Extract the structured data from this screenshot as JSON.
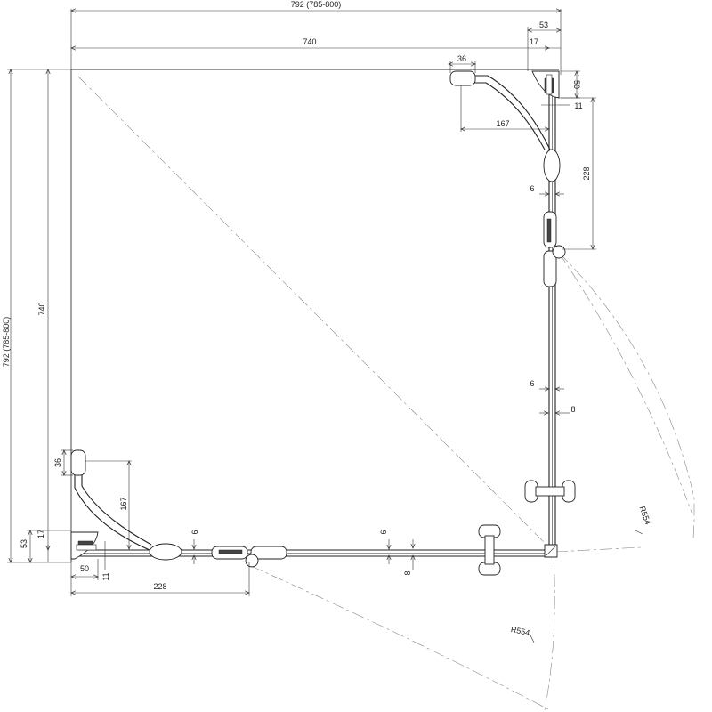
{
  "dimensions": {
    "overall_top": "792 (785-800)",
    "inner_top": "740",
    "top_53": "53",
    "top_17": "17",
    "top_36": "36",
    "right_50": "50",
    "right_11": "11",
    "right_167": "167",
    "right_228": "228",
    "right_6_upper": "6",
    "right_6_lower": "6",
    "right_8": "8",
    "radius_right": "R554",
    "overall_left": "792 (785-800)",
    "inner_left": "740",
    "left_36": "36",
    "left_167": "167",
    "left_17": "17",
    "left_53": "53",
    "bottom_50": "50",
    "bottom_11": "11",
    "bottom_228": "228",
    "bottom_6_left": "6",
    "bottom_6_right": "6",
    "bottom_8": "8",
    "radius_bottom": "R554"
  }
}
